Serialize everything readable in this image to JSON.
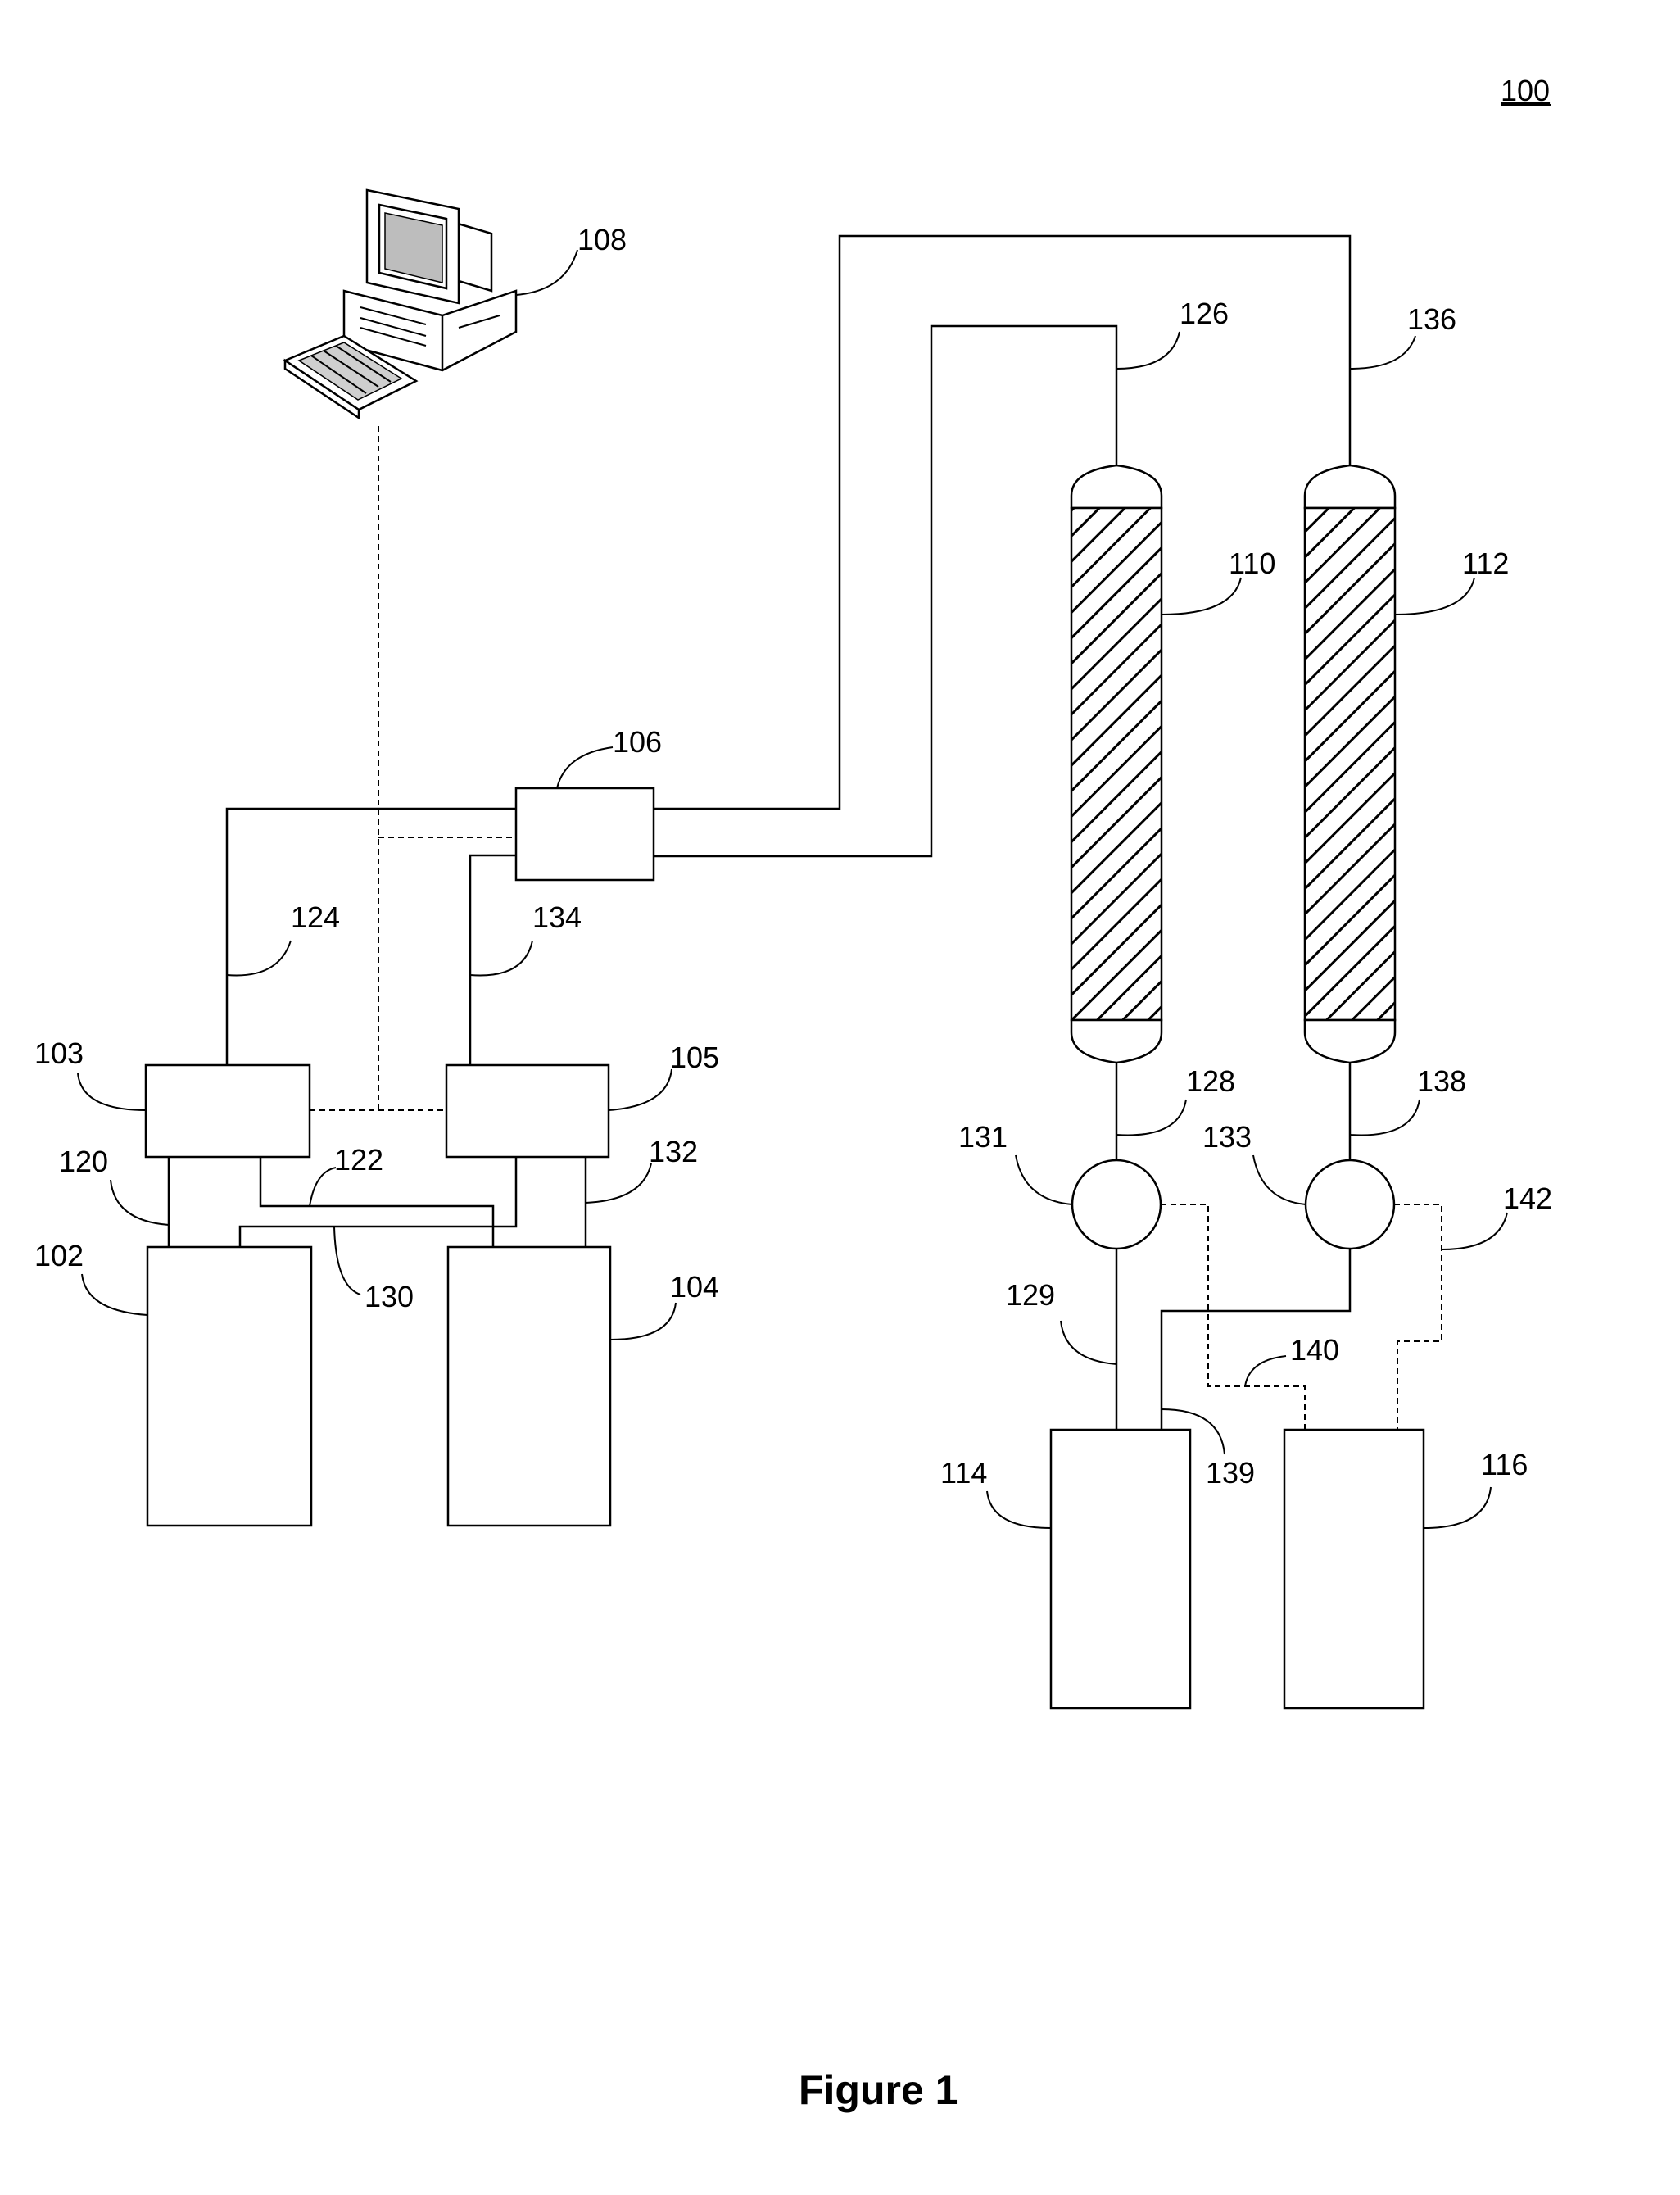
{
  "figure_number": "100",
  "caption": "Figure 1",
  "labels": {
    "computer": "108",
    "hub": "106",
    "column_a": "110",
    "column_b": "112",
    "controller_a": "103",
    "controller_b": "105",
    "tank_a": "102",
    "tank_b": "104",
    "collector_a": "114",
    "collector_b": "116",
    "valve_a": "131",
    "valve_b": "133",
    "line_120": "120",
    "line_122": "122",
    "line_124": "124",
    "line_126": "126",
    "line_128": "128",
    "line_129": "129",
    "line_130": "130",
    "line_132": "132",
    "line_134": "134",
    "line_136": "136",
    "line_138": "138",
    "line_139": "139",
    "line_140": "140",
    "line_142": "142"
  }
}
